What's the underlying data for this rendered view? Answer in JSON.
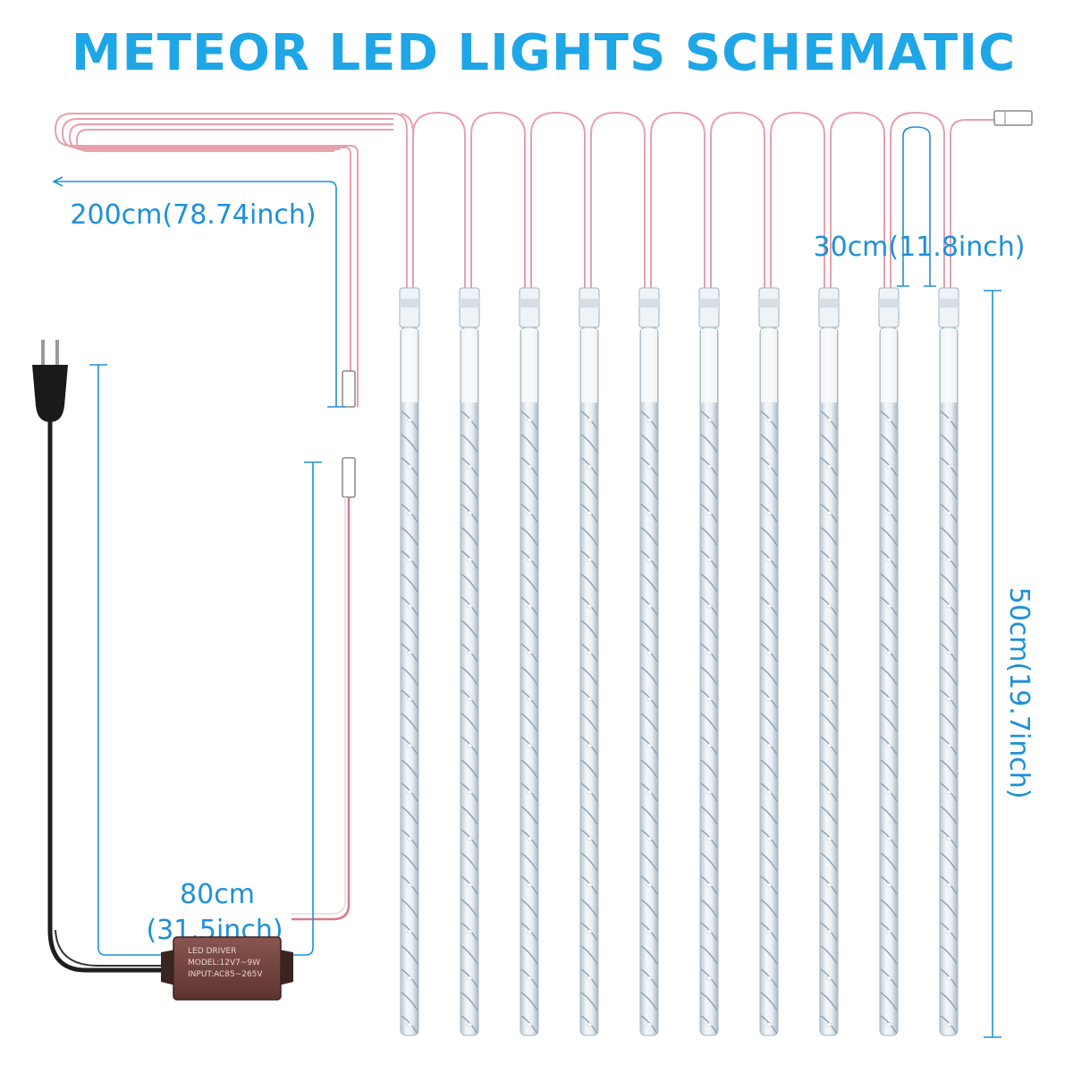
{
  "title": "METEOR LED LIGHTS SCHEMATIC",
  "dimensions": {
    "extension_cable": "200cm(78.74inch)",
    "spacing": "30cm(11.8inch)",
    "tube_length": "50cm(19.7inch)",
    "driver_cable_line1": "80cm",
    "driver_cable_line2": "(31.5inch)"
  },
  "driver": {
    "line1": "LED DRIVER",
    "line2": "MODEL:12V7~9W",
    "line3": "INPUT:AC85~265V"
  },
  "tube_count": 10,
  "colors": {
    "title": "#1ea6e6",
    "dimension": "#1e90d8",
    "wire": "#e8a0ad",
    "power_cord": "#222222"
  }
}
